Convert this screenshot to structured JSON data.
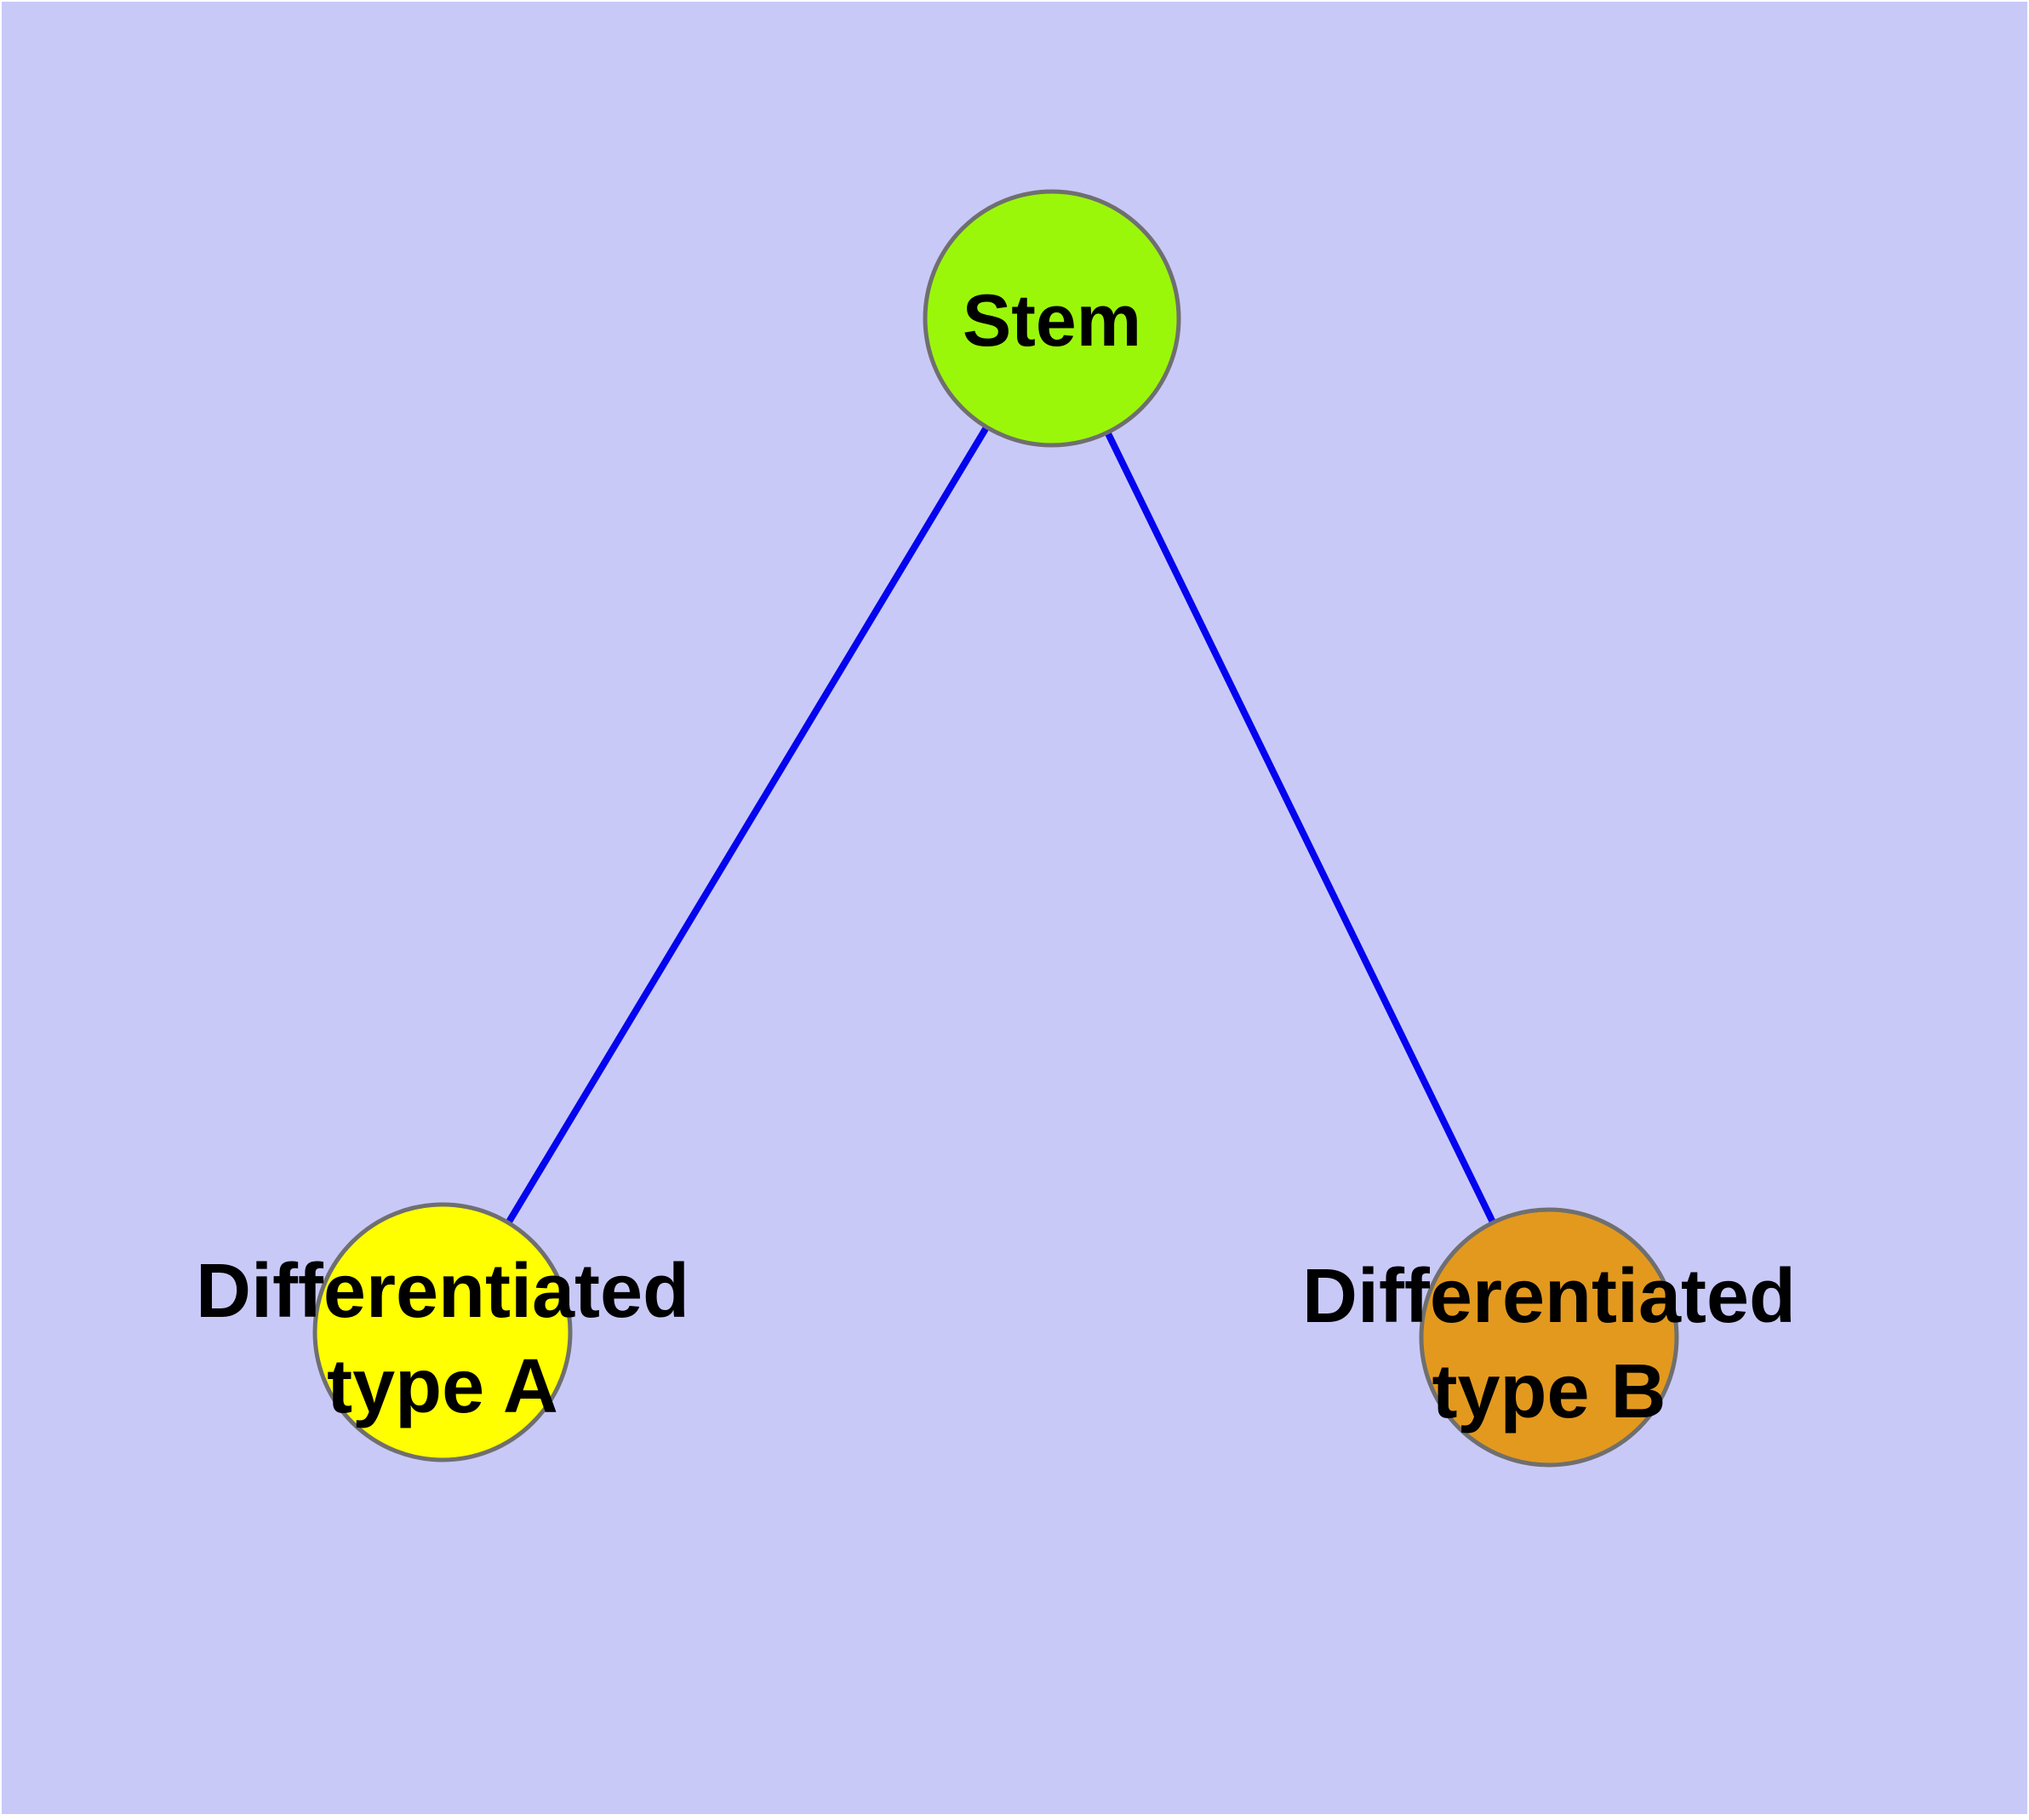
{
  "diagram": {
    "type": "graph",
    "title": "",
    "background_color": "#C9C9F8",
    "frame_color": "#FFFFFF",
    "edge_color": "#0404EE",
    "node_border_color": "#6F6F6F",
    "label_color": "#000000",
    "nodes": [
      {
        "id": "stem",
        "label": "Stem",
        "fill": "#9BF70A"
      },
      {
        "id": "differentiated-type-a",
        "label": "Differentiated type A",
        "line1": "Differentiated",
        "line2": "type A",
        "fill": "#FFFF00"
      },
      {
        "id": "differentiated-type-b",
        "label": "Differentiated type B",
        "line1": "Differentiated",
        "line2": "type B",
        "fill": "#E3991E"
      }
    ],
    "edges": [
      {
        "from": "Stem",
        "to": "Differentiated type A"
      },
      {
        "from": "Stem",
        "to": "Differentiated type B"
      }
    ]
  }
}
